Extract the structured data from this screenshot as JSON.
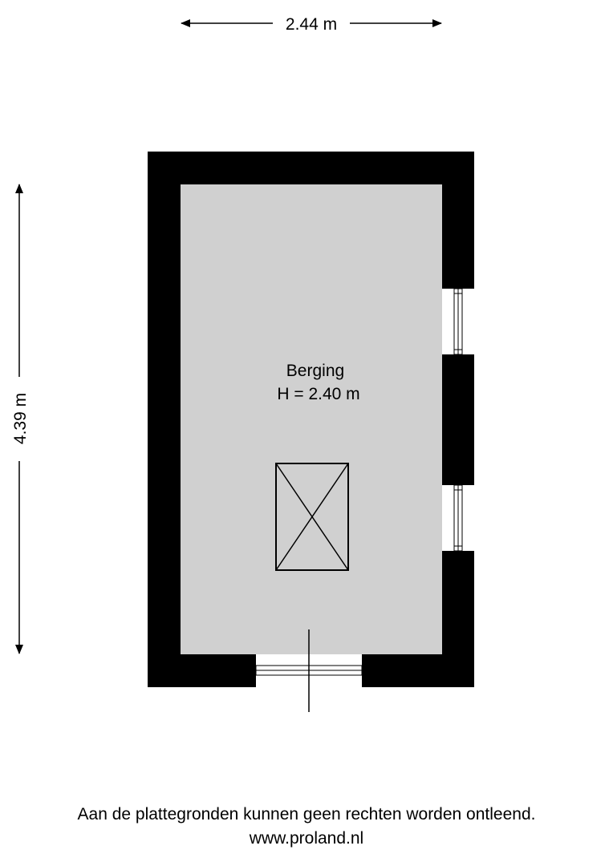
{
  "dimensions": {
    "width_label": "2.44 m",
    "height_label": "4.39 m"
  },
  "room": {
    "name": "Berging",
    "height_label": "H = 2.40 m"
  },
  "footer": {
    "disclaimer": "Aan de plattegronden kunnen geen rechten worden ontleend.",
    "website": "www.proland.nl"
  },
  "colors": {
    "wall": "#000000",
    "floor": "#d0d0d0",
    "background": "#ffffff"
  }
}
